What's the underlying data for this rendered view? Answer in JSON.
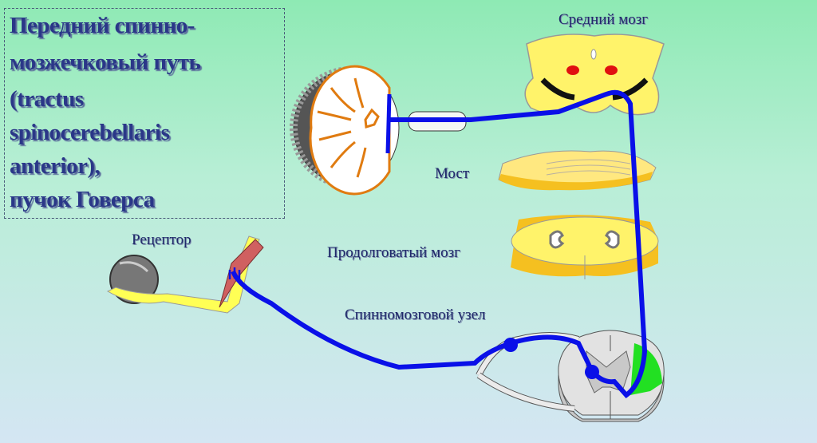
{
  "title_lines": [
    "Передний спинно-",
    "мозжечковый путь",
    "(tractus",
    "spinocerebellaris",
    "anterior),",
    "пучок Говерса"
  ],
  "labels": {
    "midbrain": "Средний мозг",
    "pons": "Мост",
    "medulla": "Продолговатый мозг",
    "receptor": "Рецептор",
    "ganglion": "Спинномозговой узел"
  },
  "colors": {
    "pathway": "#0a10e8",
    "brain": "#fff36a",
    "tract": "#22e022"
  }
}
